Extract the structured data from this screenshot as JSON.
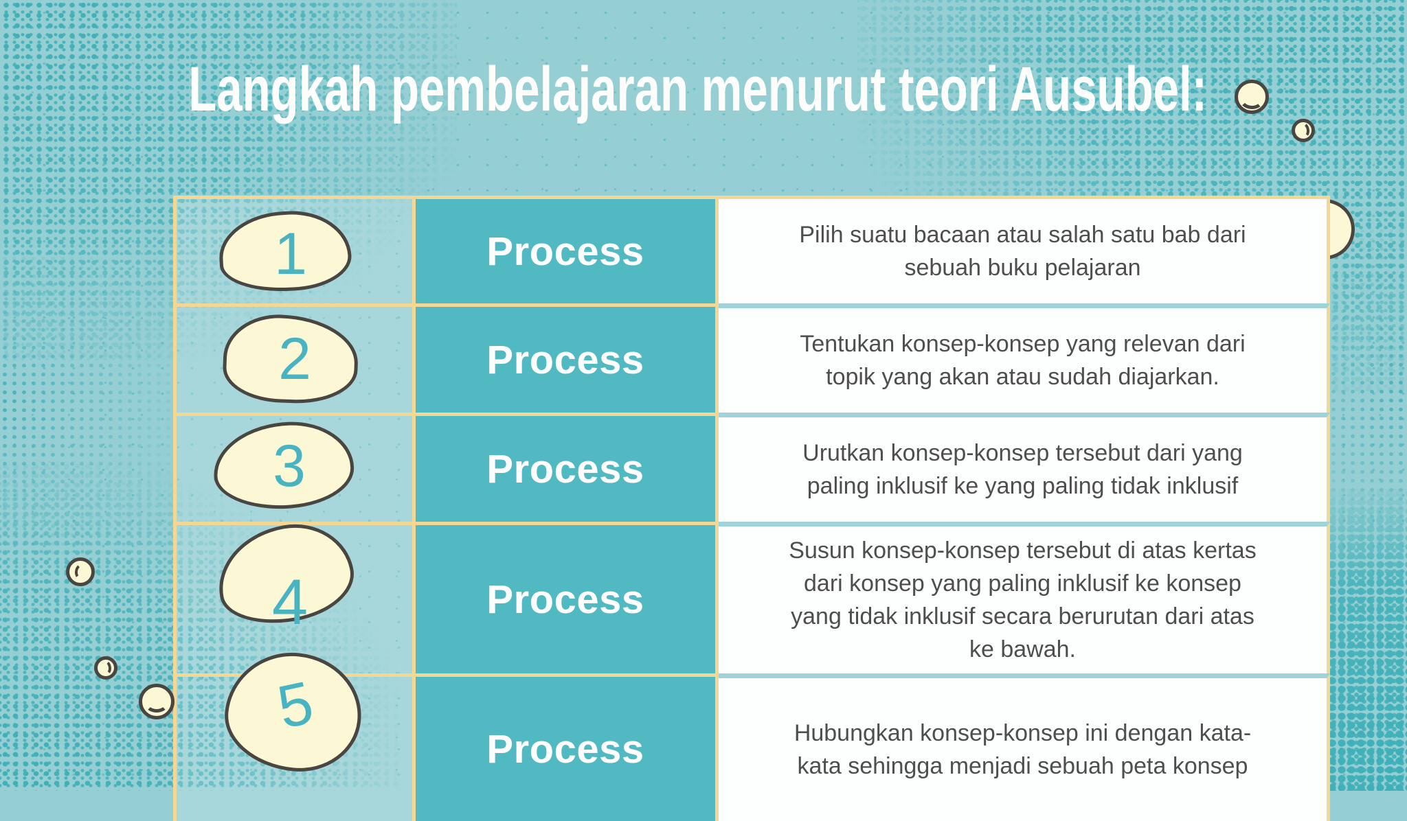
{
  "slide": {
    "title": "Langkah pembelajaran menurut teori Ausubel:"
  },
  "table": {
    "rows": [
      {
        "number": "1",
        "process_label": "Process",
        "lines": [
          "Pilih suatu bacaan atau salah satu bab dari",
          "sebuah buku pelajaran"
        ]
      },
      {
        "number": "2",
        "process_label": "Process",
        "lines": [
          "Tentukan konsep-konsep yang relevan dari",
          "topik yang akan atau sudah diajarkan."
        ]
      },
      {
        "number": "3",
        "process_label": "Process",
        "lines": [
          "Urutkan konsep-konsep tersebut dari yang",
          "paling inklusif ke yang paling tidak inklusif"
        ]
      },
      {
        "number": "4",
        "process_label": "Process",
        "lines": [
          "Susun konsep-konsep tersebut di atas kertas",
          "dari konsep yang paling inklusif ke konsep",
          "yang tidak inklusif secara berurutan dari atas",
          "ke bawah."
        ]
      },
      {
        "number": "5",
        "process_label": "Process",
        "lines": [
          "Hubungkan konsep-konsep ini dengan kata-",
          "kata sehingga menjadi sebuah peta konsep"
        ]
      }
    ]
  },
  "decorations": {
    "smiley_circle_icons": 6,
    "texture": "halftone-dots"
  },
  "colors": {
    "background": "#95cfd3",
    "halftone_dot": "#45b1ba",
    "process_cell": "#50b9c1",
    "number_cell": "#a9d8db",
    "description_cell": "#fdfefe",
    "border_yellow": "#f2d795",
    "separator_teal": "#9fd3d7",
    "egg_fill": "#fcf7d4",
    "outline_dark": "#494641",
    "number_text": "#48b4c2",
    "description_text": "#4e4e4e",
    "title_text": "#fdfefb"
  }
}
